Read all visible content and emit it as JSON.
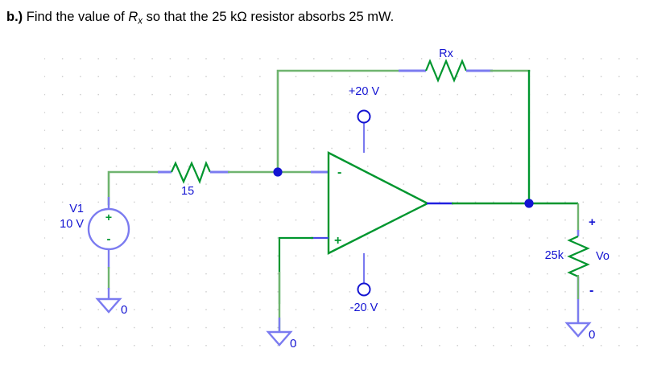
{
  "prompt": {
    "label": "b.)",
    "text_before_symbol": " Find the value of ",
    "symbol_base": "R",
    "symbol_sub": "x",
    "text_after_symbol": " so that the 25 kΩ resistor absorbs 25 mW."
  },
  "colors": {
    "wire_light_green": "#6fb46f",
    "wire_dark_green": "#00962e",
    "lead_blue": "#7b7bf0",
    "label_blue": "#1414d2",
    "node_blue": "#1414d2",
    "symbol_green": "#00962e",
    "grid_dot": "#c8c8c8",
    "text_black": "#000000"
  },
  "schematic": {
    "title": "Inverting op-amp circuit with feedback resistor Rx and 25k load",
    "components": {
      "source": {
        "name": "source-v1",
        "ref": "V1",
        "value": "10 V",
        "plus_sign": "+",
        "minus_sign": "-"
      },
      "input_resistor": {
        "name": "resistor-15",
        "value": "15"
      },
      "feedback_resistor": {
        "name": "resistor-rx",
        "value": "Rx"
      },
      "load_resistor": {
        "name": "resistor-25k",
        "value": "25k",
        "output_label": "Vo",
        "plus_sign": "+",
        "minus_sign": "-"
      },
      "opamp": {
        "name": "opamp",
        "inverting_input": "-",
        "noninverting_input": "+",
        "supply_positive": "+20 V",
        "supply_negative": "-20 V"
      },
      "grounds": [
        {
          "name": "ground-source",
          "label": "0"
        },
        {
          "name": "ground-noninverting",
          "label": "0"
        },
        {
          "name": "ground-load",
          "label": "0"
        }
      ]
    }
  }
}
